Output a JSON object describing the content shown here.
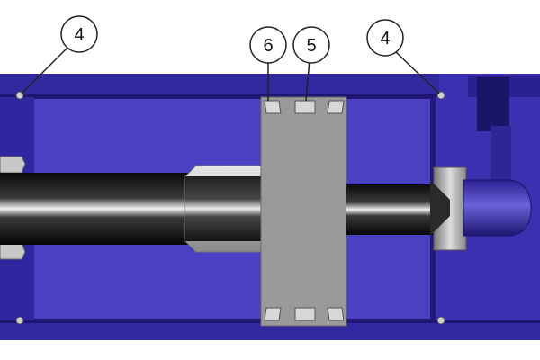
{
  "callouts": {
    "left_4": "4",
    "seal_6": "6",
    "seal_5": "5",
    "right_4": "4"
  },
  "colors": {
    "barrel_blue": "#3a2fa8",
    "barrel_dark": "#221a78",
    "piston_gray": "#9a9a9a",
    "seal_light": "#d8d8d8",
    "rod_black": "#111111",
    "callout_stroke": "#222222",
    "background": "#ffffff"
  }
}
